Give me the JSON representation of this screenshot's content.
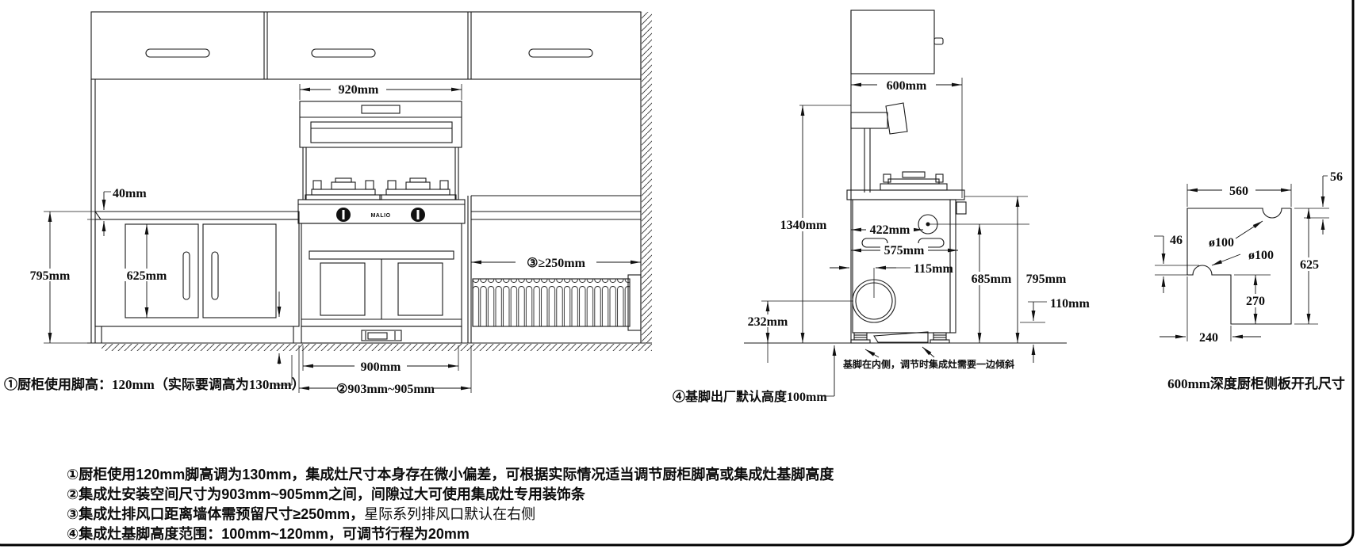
{
  "front_view": {
    "dim_920": "920mm",
    "dim_40": "40mm",
    "dim_795": "795mm",
    "dim_625": "625mm",
    "dim_vent_clearance": "③≥250mm",
    "dim_900": "900mm",
    "dim_903_905": "②903mm~905mm",
    "note_foot_height": "①厨柜使用脚高：120mm（实际要调高为130mm）",
    "brand": "MALIO"
  },
  "side_view": {
    "dim_600": "600mm",
    "dim_1340": "1340mm",
    "dim_422": "422mm",
    "dim_575": "575mm",
    "dim_115": "115mm",
    "dim_685": "685mm",
    "dim_795": "795mm",
    "dim_232": "232mm",
    "dim_110": "110mm",
    "note_feet": "基脚在内侧，调节时集成灶需要一边倾斜",
    "note_default_height": "④基脚出厂默认高度100mm"
  },
  "panel_view": {
    "dim_56": "56",
    "dim_560": "560",
    "dim_46": "46",
    "dim_hole1": "ø100",
    "dim_hole2": "ø100",
    "dim_625": "625",
    "dim_270": "270",
    "dim_240": "240",
    "caption": "600mm深度厨柜侧板开孔尺寸"
  },
  "footnotes": {
    "line1": "①厨柜使用120mm脚高调为130mm，集成灶尺寸本身存在微小偏差，可根据实际情况适当调节厨柜脚高或集成灶基脚高度",
    "line2": "②集成灶安装空间尺寸为903mm~905mm之间，间隙过大可使用集成灶专用装饰条",
    "line3_bold": "③集成灶排风口距离墙体需预留尺寸≥250mm，",
    "line3_regular": "星际系列排风口默认在右侧",
    "line4": "④集成灶基脚高度范围：100mm~120mm，可调节行程为20mm"
  },
  "colors": {
    "line": "#181818",
    "background": "#ffffff"
  }
}
